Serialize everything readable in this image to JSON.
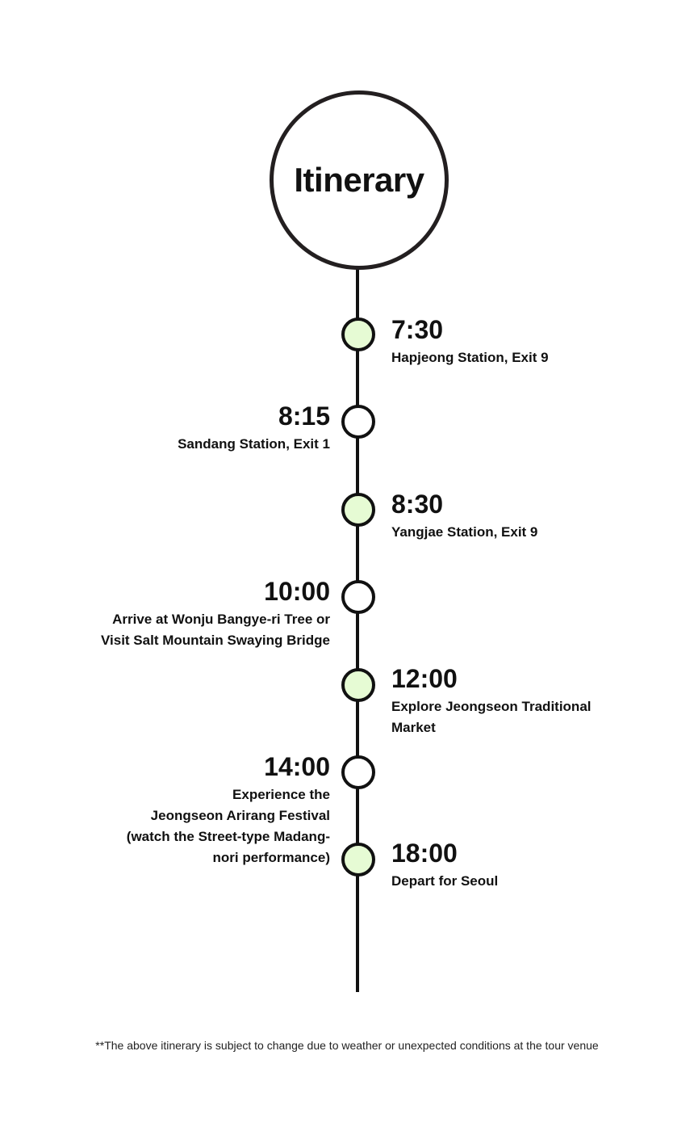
{
  "title": "Itinerary",
  "colors": {
    "line": "#111111",
    "filled_node": "#e6fbd4",
    "empty_node": "#ffffff"
  },
  "stops": [
    {
      "time": "7:30",
      "description": "Hapjeong Station, Exit 9",
      "side": "right",
      "node": "filled"
    },
    {
      "time": "8:15",
      "description": "Sandang Station, Exit 1",
      "side": "left",
      "node": "empty"
    },
    {
      "time": "8:30",
      "description": "Yangjae Station, Exit 9",
      "side": "right",
      "node": "filled"
    },
    {
      "time": "10:00",
      "description": "Arrive at Wonju Bangye-ri Tree or\nVisit Salt Mountain Swaying Bridge",
      "side": "left",
      "node": "empty"
    },
    {
      "time": "12:00",
      "description": "Explore Jeongseon Traditional\nMarket",
      "side": "right",
      "node": "filled"
    },
    {
      "time": "14:00",
      "description": "Experience the\nJeongseon Arirang Festival\n(watch the Street-type Madang-\nnori performance)",
      "side": "left",
      "node": "empty"
    },
    {
      "time": "18:00",
      "description": "Depart for Seoul",
      "side": "right",
      "node": "filled"
    }
  ],
  "footnote": "**The above itinerary is subject to change due to weather or unexpected conditions at the tour venue"
}
